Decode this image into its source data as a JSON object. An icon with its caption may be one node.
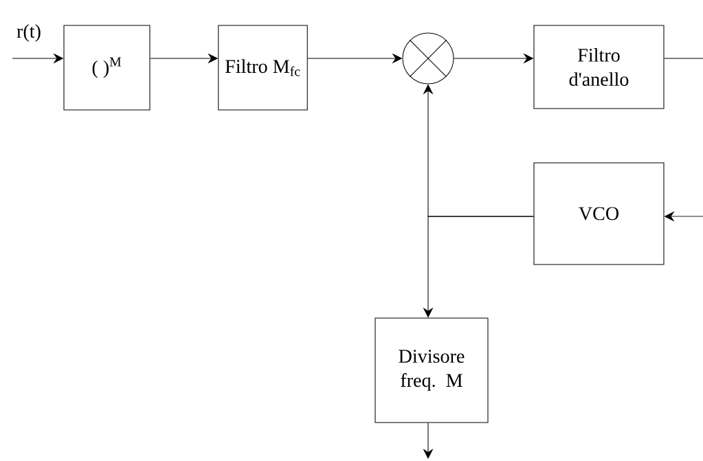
{
  "diagram": {
    "nodes": [
      {
        "text": [
          "( )$^{M}$"
        ]
      },
      {
        "text": [
          "Filtro M$_{fc}$"
        ]
      },
      {
        "text": [],
        "shape": "circle"
      },
      {
        "text": [
          "Filtro d'anello"
        ]
      },
      {
        "text": [
          "VCO"
        ]
      },
      {
        "text": [
          "Divisore freq. M"
        ]
      }
    ],
    "edges": [
      {
        "from": null,
        "to": 0,
        "arrow": "to",
        "label": "r(t)"
      },
      {
        "from": 0,
        "to": 1,
        "arrow": "to"
      },
      {
        "from": 1,
        "to": 2,
        "arrow": "to"
      },
      {
        "from": 2,
        "to": 3,
        "arrow": "to"
      },
      {
        "from": 3,
        "to": null,
        "arrow": "none"
      },
      {
        "from": null,
        "to": 4,
        "arrow": "to"
      },
      {
        "from": 4,
        "to": 2,
        "arrow": "to"
      },
      {
        "from": 4,
        "to": 5,
        "arrow": "to"
      },
      {
        "from": 5,
        "to": null,
        "arrow": "to"
      }
    ]
  }
}
